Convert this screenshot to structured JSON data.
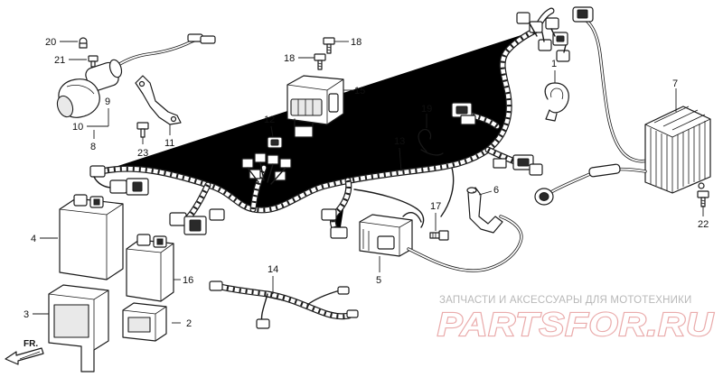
{
  "callouts": {
    "c1": "1",
    "c2": "2",
    "c3": "3",
    "c4": "4",
    "c5": "5",
    "c6": "6",
    "c7": "7",
    "c8": "8",
    "c9": "9",
    "c10": "10",
    "c11": "11",
    "c12": "12",
    "c13": "13",
    "c14": "14",
    "c15": "15",
    "c16": "16",
    "c17": "17",
    "c18a": "18",
    "c18b": "18",
    "c19": "19",
    "c20": "20",
    "c21": "21",
    "c22": "22",
    "c23": "23"
  },
  "direction_marker": {
    "label": "FR."
  },
  "watermark": {
    "caption": "ЗАПЧАСТИ И АКСЕССУАРЫ ДЛЯ МОТОТЕХНИКИ",
    "logo": "PARTSFOR.RU"
  },
  "colors": {
    "line": "#1a1a1a",
    "background": "#ffffff",
    "watermark_red": "#e8a3a3",
    "watermark_gray": "#b8b8b8"
  }
}
